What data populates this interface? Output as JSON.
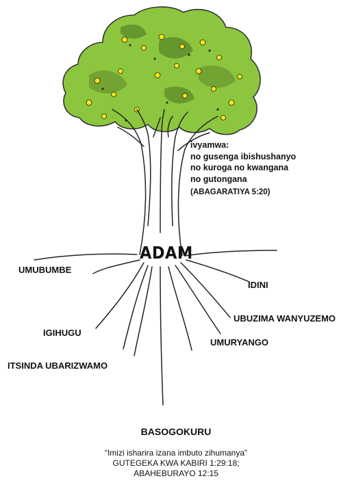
{
  "diagram": {
    "fruits": {
      "heading": "ivyamwa:",
      "lines": [
        "no gusenga ibishushanyo",
        "no kuroga no kwangana",
        "no gutongana"
      ],
      "reference": "(ABAGARATIYA 5:20)"
    },
    "trunk_label": "ADAM",
    "roots": {
      "left_top": "UMUBUMBE",
      "left_mid": "IGIHUGU",
      "left_bottom": "ITSINDA UBARIZWAMO",
      "right_top": "IDINI",
      "right_mid": "UBUZIMA WANYUZEMO",
      "right_bottom": "UMURYANGO"
    },
    "root_base_label": "BASOGOKURU",
    "quote": {
      "text": "“Imizi isharira izana imbuto zihumanya”",
      "ref1": "GUTEGEKA KWA KABIRI 1:29:18;",
      "ref2": "ABAHEBURAYO 12:15"
    },
    "colors": {
      "foliage": "#8cc63e",
      "foliage_dark": "#5d8a2a",
      "fruit": "#f3e51a",
      "ink": "#111111"
    }
  }
}
